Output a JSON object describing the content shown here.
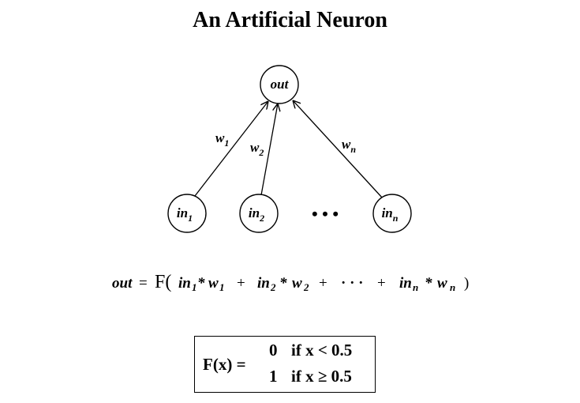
{
  "title": "An Artificial Neuron",
  "diagram": {
    "out_node": "out",
    "input_nodes": [
      {
        "base": "in",
        "sub": "1"
      },
      {
        "base": "in",
        "sub": "2"
      },
      {
        "base": "in",
        "sub": "n"
      }
    ],
    "ellipsis": "• • •",
    "weights": [
      {
        "base": "w",
        "sub": "1"
      },
      {
        "base": "w",
        "sub": "2"
      },
      {
        "base": "w",
        "sub": "n"
      }
    ]
  },
  "formula": {
    "lhs": "out",
    "eq": "=",
    "fn": "F(",
    "close": ")",
    "in1": "in",
    "in1_sub": "1",
    "star1": "*",
    "w1": "w",
    "w1_sub": "1",
    "plus1": "+",
    "in2": "in",
    "in2_sub": "2",
    "star2": "*",
    "w2": "w",
    "w2_sub": "2",
    "plus2": "+",
    "dots": "· · ·",
    "plus3": "+",
    "inn": "in",
    "inn_sub": "n",
    "starn": "*",
    "wn": "w",
    "wn_sub": "n"
  },
  "activation": {
    "label": "F(x) =",
    "rows": [
      {
        "value": "0",
        "condition": "if x < 0.5"
      },
      {
        "value": "1",
        "condition": "if x ≥ 0.5"
      }
    ]
  }
}
